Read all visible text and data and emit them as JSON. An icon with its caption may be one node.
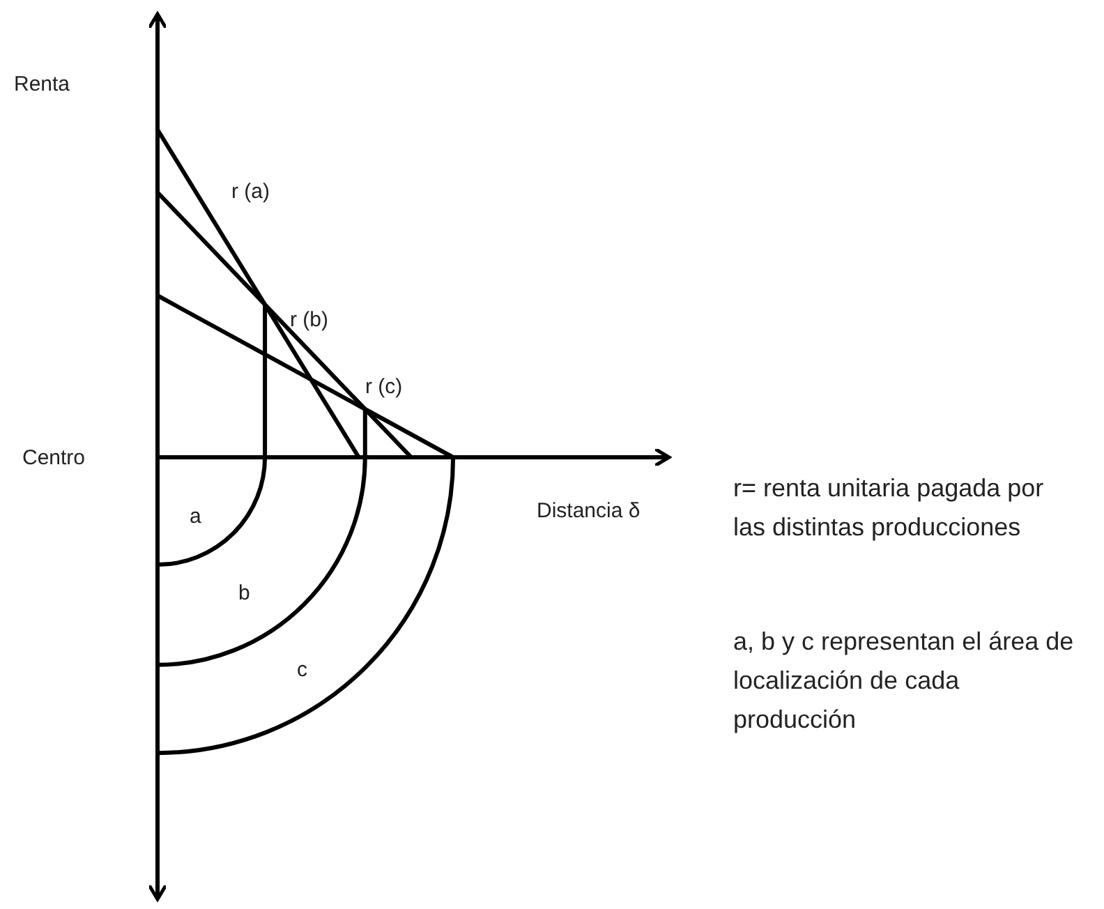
{
  "diagram": {
    "labels": [
      "Renta",
      "r (a)",
      "r (b)",
      "r (c)",
      "Centro",
      "Distancia δ",
      "a",
      "b",
      "c",
      "r= renta unitaria pagada por las distintas producciones",
      "a, b y c representan el área de localización de cada producción"
    ]
  }
}
